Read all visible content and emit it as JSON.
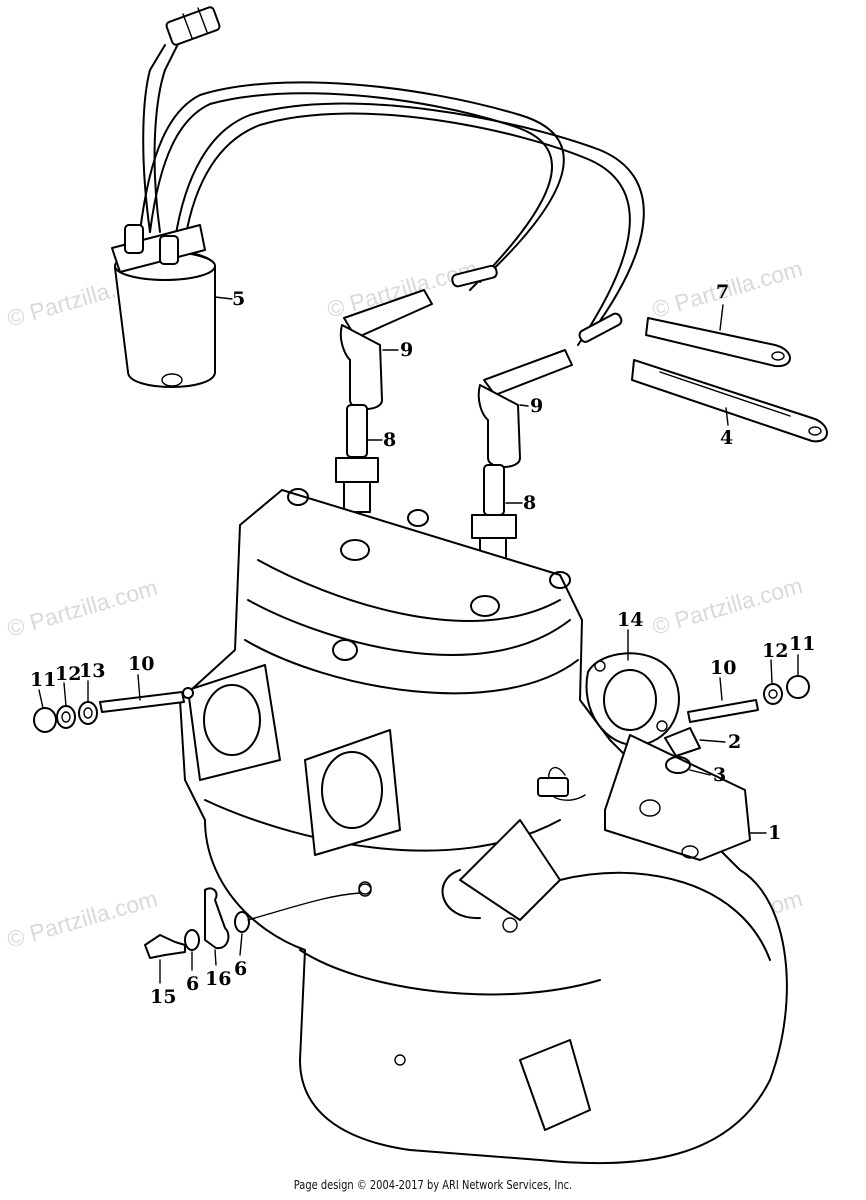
{
  "watermark": "© Partzilla.com",
  "watermark_color": "#d9d9d9",
  "callouts": {
    "c1": "1",
    "c2": "2",
    "c3": "3",
    "c4": "4",
    "c5": "5",
    "c6": "6",
    "c7": "7",
    "c8": "8",
    "c9": "9",
    "c10": "10",
    "c11": "11",
    "c12": "12",
    "c13": "13",
    "c14": "14",
    "c15": "15",
    "c16": "16"
  },
  "footer": "Page design © 2004-2017 by ARI Network Services, Inc."
}
